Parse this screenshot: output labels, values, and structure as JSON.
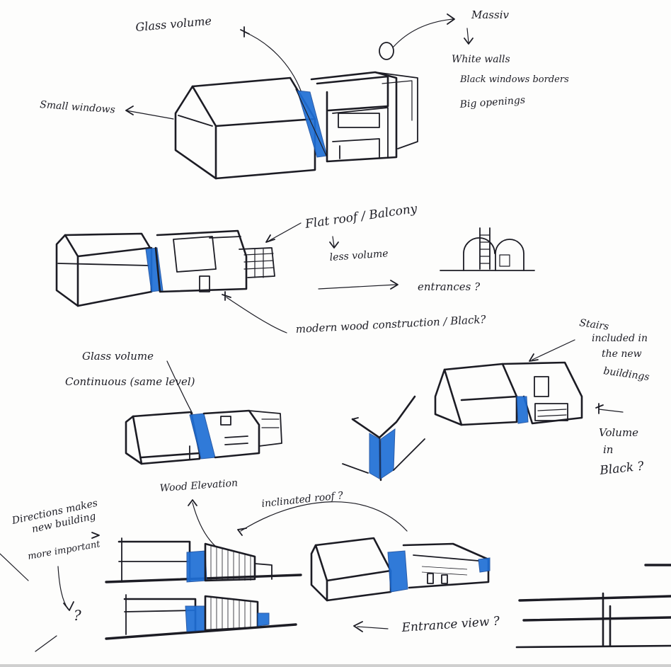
{
  "notes": {
    "glass_volume_top": "Glass volume",
    "massiv": "Massiv",
    "white_walls": "White walls",
    "black_windows_borders": "Black windows borders",
    "big_openings": "Big openings",
    "small_windows": "Small windows",
    "flat_roof_balcony": "Flat roof / Balcony",
    "less_volume": "less volume",
    "entrances": "entrances ?",
    "modern_wood": "modern wood construction / Black?",
    "stairs_included": [
      "Stairs",
      "included in",
      "the new",
      "buildings"
    ],
    "glass_volume_mid": "Glass volume",
    "continuous": "Continuous (same level)",
    "volume_in_black": [
      "Volume",
      "in",
      "Black ?"
    ],
    "wood_elevation": "Wood Elevation",
    "inclinated_roof": "inclinated roof ?",
    "directions": [
      "Directions makes",
      "new building",
      "more important"
    ],
    "question_mark": "?",
    "entrance_view": "Entrance view ?"
  },
  "colors": {
    "ink": "#1c1c24",
    "glass_blue": "#1f6fd6",
    "paper": "#fdfdfc"
  }
}
